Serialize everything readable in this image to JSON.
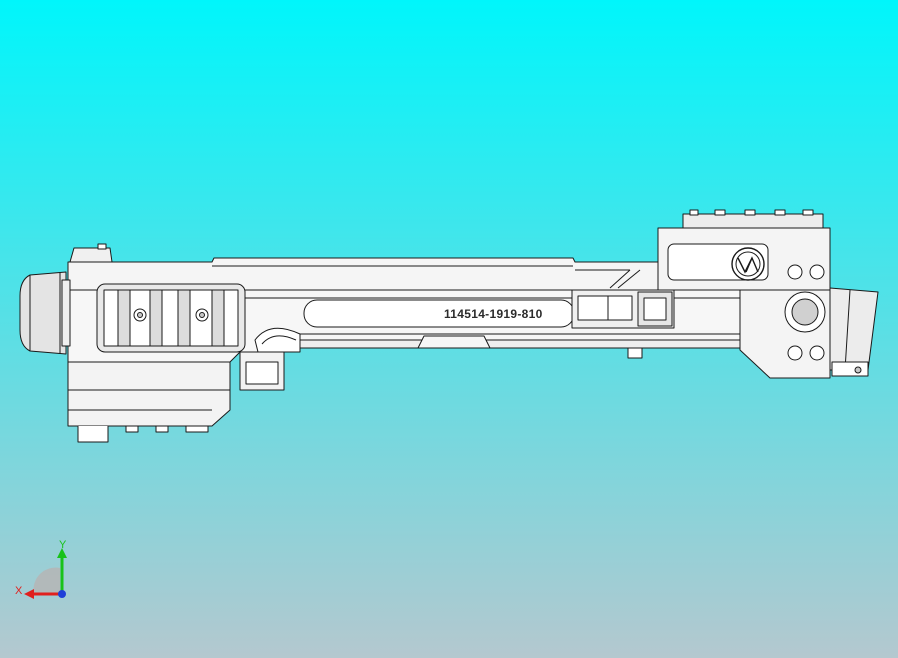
{
  "viewport": {
    "background_top": "#00f6fb",
    "background_bottom": "#b4c8cf"
  },
  "model": {
    "serial_text": "114514-1919-810",
    "logo_icon": "va-logo-icon",
    "line_color": "#1a1a1a",
    "body_color": "#ffffff",
    "shade_color": "#c8c8c8"
  },
  "triad": {
    "x_label": "X",
    "y_label": "Y",
    "x_color": "#e0201e",
    "y_color": "#18c21a",
    "z_color": "#1f3fd8"
  }
}
